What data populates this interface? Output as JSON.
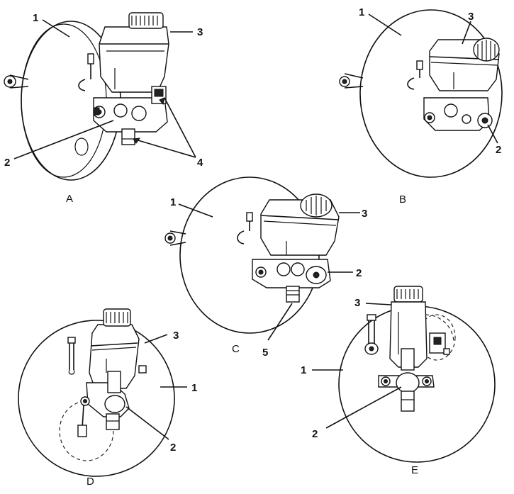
{
  "panels": {
    "A": {
      "letter": "A",
      "labels": {
        "booster": "1",
        "body": "2",
        "reservoir": "3",
        "fittings": "4"
      }
    },
    "B": {
      "letter": "B",
      "labels": {
        "booster": "1",
        "body": "2",
        "reservoir": "3"
      }
    },
    "C": {
      "letter": "C",
      "labels": {
        "booster": "1",
        "body": "2",
        "reservoir": "3",
        "valve": "5"
      }
    },
    "D": {
      "letter": "D",
      "labels": {
        "booster": "1",
        "body": "2",
        "reservoir": "3"
      }
    },
    "E": {
      "letter": "E",
      "labels": {
        "booster": "1",
        "body": "2",
        "reservoir": "3"
      }
    }
  }
}
